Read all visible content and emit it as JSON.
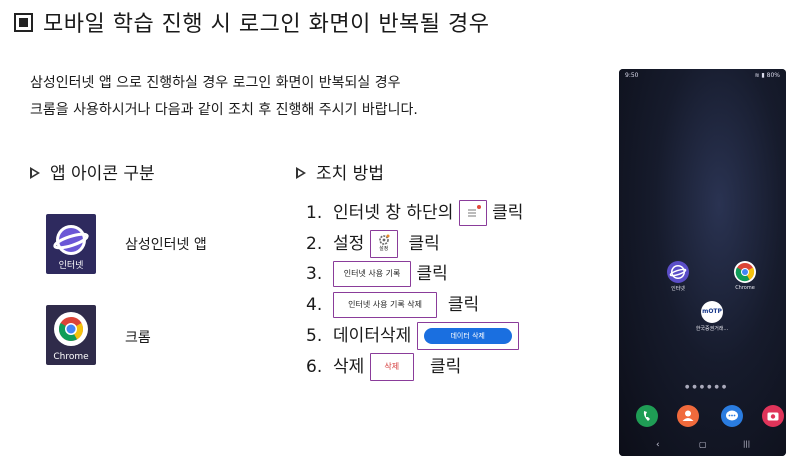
{
  "title": "모바일 학습 진행 시 로그인 화면이 반복될 경우",
  "intro": {
    "line1": "삼성인터넷 앱 으로 진행하실 경우 로그인 화면이 반복되실 경우",
    "line2": "크롬을 사용하시거나 다음과 같이 조치 후 진행해 주시기 바랍니다."
  },
  "apps_section": {
    "heading": "앱 아이콘 구분",
    "apps": [
      {
        "icon_label": "인터넷",
        "name": "삼성인터넷 앱"
      },
      {
        "icon_label": "Chrome",
        "name": "크롬"
      }
    ]
  },
  "steps_section": {
    "heading": "조치 방법",
    "steps": [
      {
        "num": "1.",
        "before": "인터넷 창 하단의",
        "box": "",
        "after": "클릭"
      },
      {
        "num": "2.",
        "before": "설정",
        "box": "설정",
        "after": "클릭"
      },
      {
        "num": "3.",
        "before": "",
        "box": "인터넷 사용 기록",
        "after": "클릭"
      },
      {
        "num": "4.",
        "before": "",
        "box": "인터넷 사용 기록 삭제",
        "after": "클릭"
      },
      {
        "num": "5.",
        "before": "데이터삭제",
        "box": "데이터 삭제",
        "after": ""
      },
      {
        "num": "6.",
        "before": "삭제",
        "box": "삭제",
        "after": "클릭"
      }
    ]
  },
  "phone": {
    "time": "9:50",
    "battery": "80%",
    "apps": [
      {
        "label": "인터넷"
      },
      {
        "label": "Chrome"
      },
      {
        "label": "한국증권거래...",
        "icon_text": "mOTP"
      }
    ]
  },
  "colors": {
    "box_border": "#8a3c9a",
    "samsung_internet": "#6b57d6",
    "delete_red": "#d43c3c",
    "button_blue": "#1a6fe0"
  }
}
